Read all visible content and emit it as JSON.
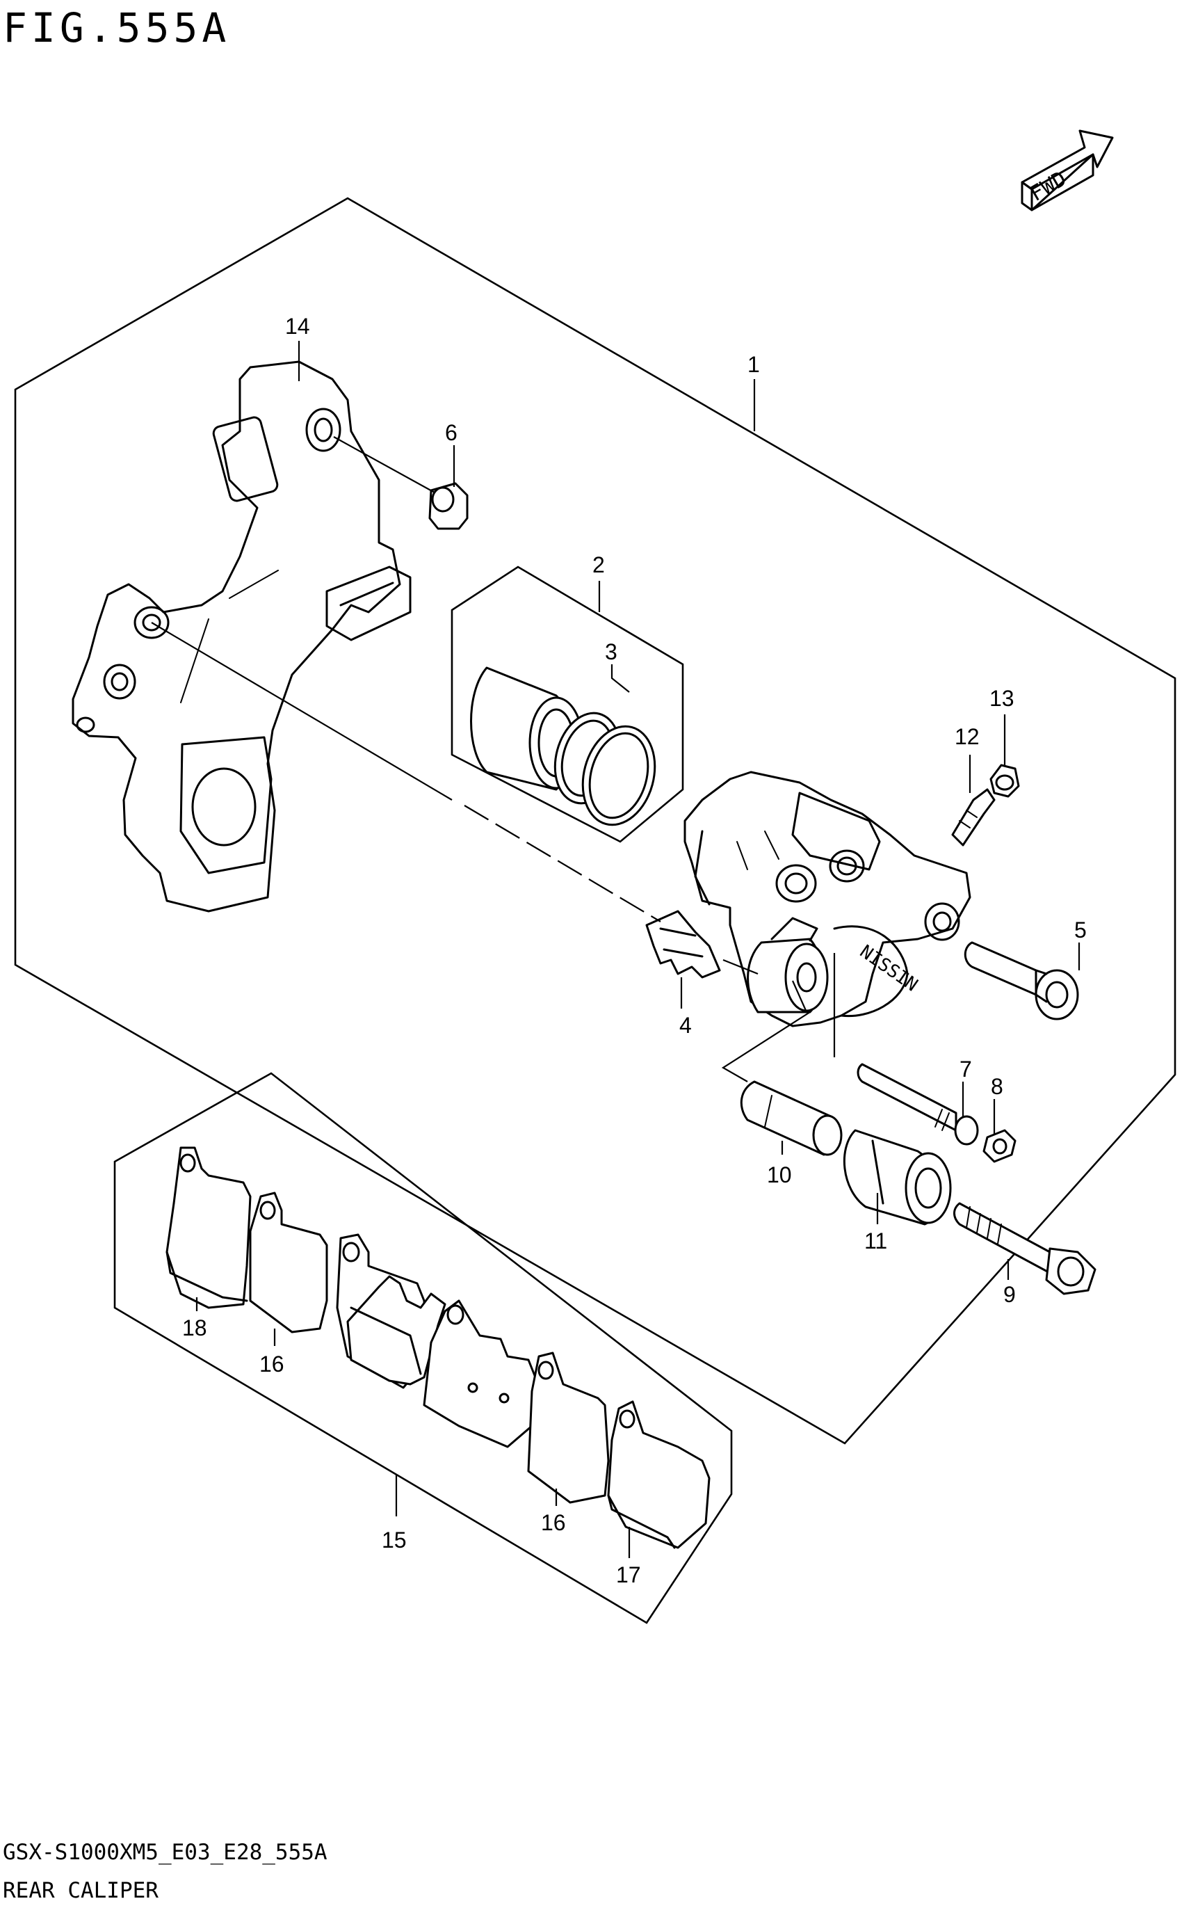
{
  "figure": {
    "title": "FIG.555A",
    "fwd_label": "FWD",
    "brand_marking": "NISSIN"
  },
  "callouts": {
    "c1": "1",
    "c2": "2",
    "c3": "3",
    "c4": "4",
    "c5": "5",
    "c6": "6",
    "c7": "7",
    "c8": "8",
    "c9": "9",
    "c10": "10",
    "c11": "11",
    "c12": "12",
    "c13": "13",
    "c14": "14",
    "c15": "15",
    "c16a": "16",
    "c16b": "16",
    "c17": "17",
    "c18": "18"
  },
  "footer": {
    "code": "GSX-S1000XM5_E03_E28_555A",
    "caption": "REAR CALIPER"
  },
  "icons": {
    "fwd": "fwd-arrow-icon"
  }
}
